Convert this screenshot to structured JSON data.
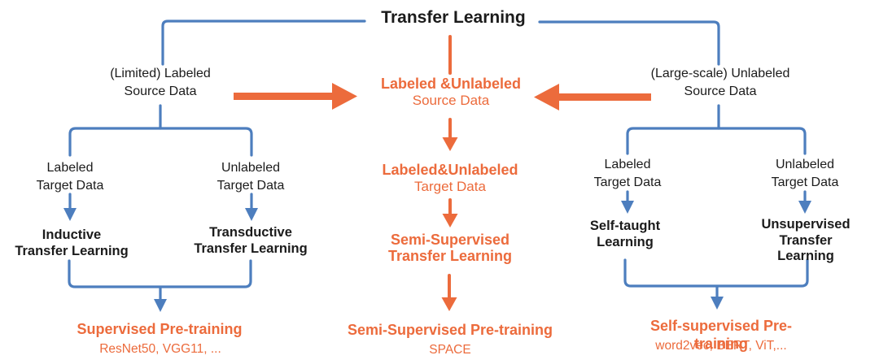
{
  "colors": {
    "accent_blue": "#4D7EBE",
    "accent_orange": "#EC6B3C",
    "text_black": "#1B1B1B"
  },
  "title": "Transfer Learning",
  "left": {
    "source_data": "(Limited) Labeled\nSource Data",
    "labeled_target": "Labeled\nTarget Data",
    "unlabeled_target": "Unlabeled\nTarget Data",
    "inductive": "Inductive\nTransfer Learning",
    "transductive": "Transductive\nTransfer Learning",
    "pretraining": "Supervised Pre-training",
    "examples": "ResNet50, VGG11, ..."
  },
  "center": {
    "source_data_line1": "Labeled &Unlabeled",
    "source_data_line2": "Source Data",
    "target_data_line1": "Labeled&Unlabeled",
    "target_data_line2": "Target Data",
    "transfer_learning": "Semi-Supervised\nTransfer Learning",
    "pretraining": "Semi-Supervised Pre-training",
    "examples": "SPACE"
  },
  "right": {
    "source_data": "(Large-scale) Unlabeled\nSource Data",
    "labeled_target": "Labeled\nTarget Data",
    "unlabeled_target": "Unlabeled\nTarget Data",
    "self_taught": "Self-taught\nLearning",
    "unsupervised": "Unsupervised\nTransfer Learning",
    "pretraining": "Self-supervised Pre-training",
    "examples": "word2vec, BERT, ViT,..."
  }
}
